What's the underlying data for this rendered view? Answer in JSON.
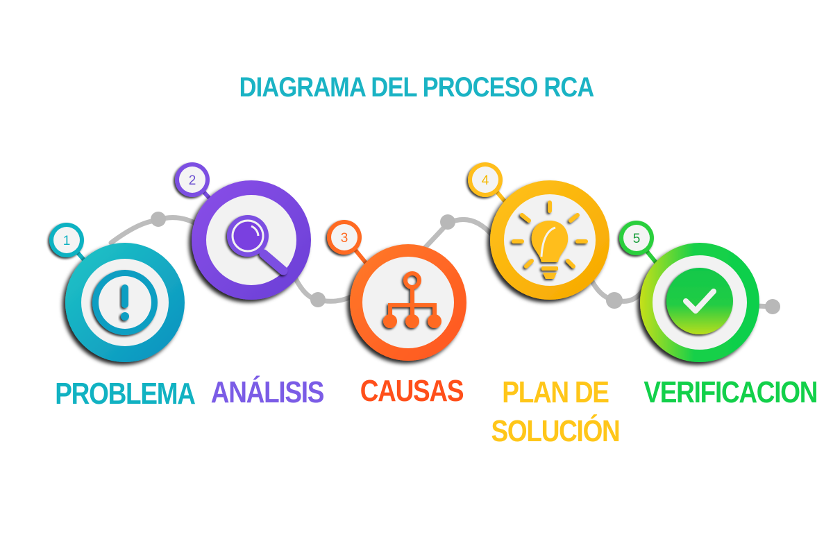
{
  "title": "DIAGRAMA DEL PROCESO RCA",
  "title_color": "#1ab3c4",
  "connector_color": "#b5b5b5",
  "steps": [
    {
      "number": "1",
      "label": "PROBLEMA",
      "icon": "exclamation-icon",
      "color": "#11b2c2"
    },
    {
      "number": "2",
      "label": "ANÁLISIS",
      "icon": "magnifier-icon",
      "color": "#7b5ce6"
    },
    {
      "number": "3",
      "label": "CAUSAS",
      "icon": "hierarchy-icon",
      "color": "#ff5a1f"
    },
    {
      "number": "4",
      "label_line1": "PLAN DE",
      "label_line2": "SOLUCIÓN",
      "icon": "lightbulb-icon",
      "color": "#ffc619"
    },
    {
      "number": "5",
      "label": "VERIFICACION",
      "icon": "checkmark-icon",
      "color": "#12d04a"
    }
  ]
}
